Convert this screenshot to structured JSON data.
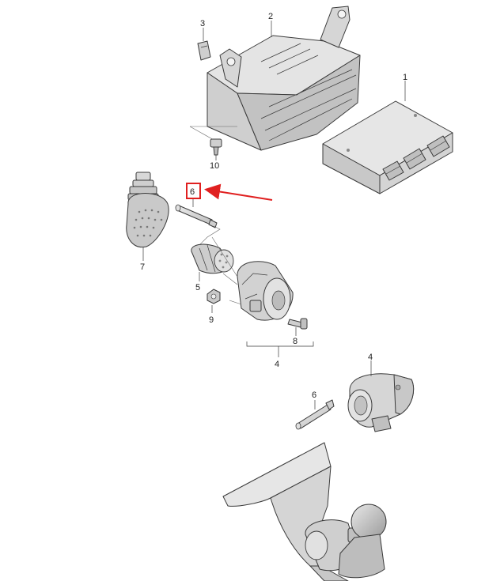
{
  "callouts": [
    {
      "id": "callout-1",
      "label": "1"
    },
    {
      "id": "callout-2",
      "label": "2"
    },
    {
      "id": "callout-3",
      "label": "3"
    },
    {
      "id": "callout-10",
      "label": "10"
    },
    {
      "id": "callout-6-top",
      "label": "6"
    },
    {
      "id": "callout-7",
      "label": "7"
    },
    {
      "id": "callout-5",
      "label": "5"
    },
    {
      "id": "callout-9",
      "label": "9"
    },
    {
      "id": "callout-8",
      "label": "8"
    },
    {
      "id": "callout-4-top",
      "label": "4"
    },
    {
      "id": "callout-4-bottom",
      "label": "4"
    },
    {
      "id": "callout-6-bottom",
      "label": "6"
    }
  ],
  "colors": {
    "part_fill": "#d9d9d9",
    "part_shade": "#b8b8b8",
    "part_light": "#ececec",
    "outline": "#3a3a3a",
    "highlight": "#e02020"
  },
  "highlight": {
    "target": "callout-6-top"
  }
}
